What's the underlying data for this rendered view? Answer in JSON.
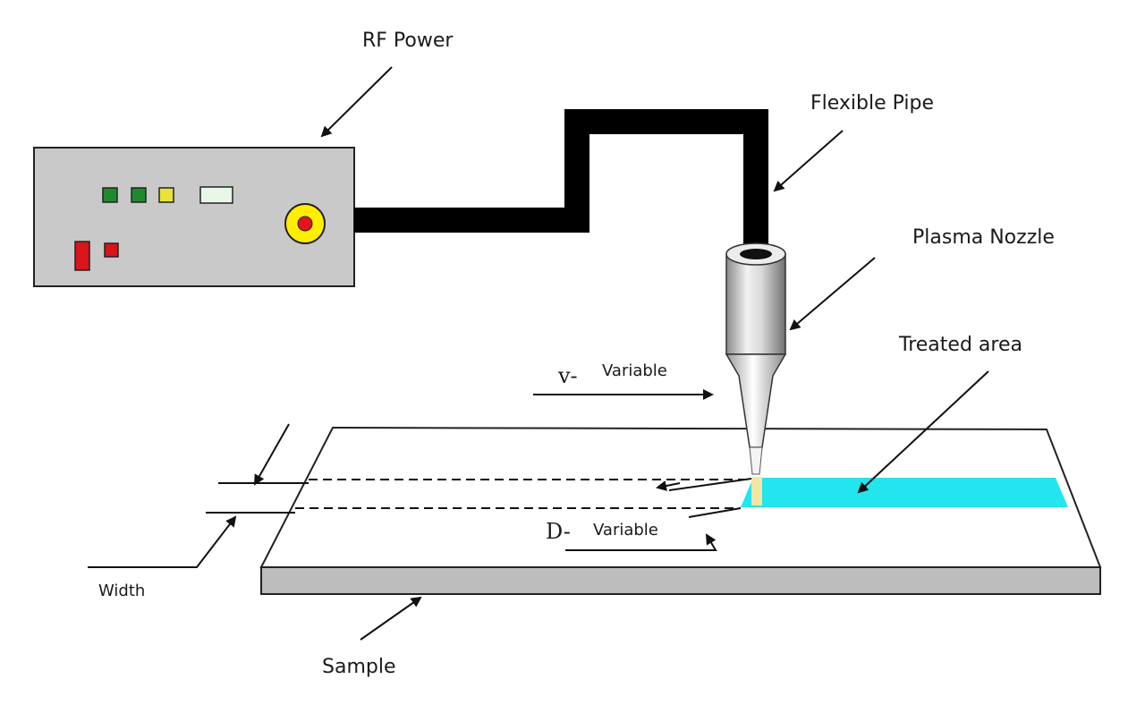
{
  "labels": {
    "rf_power": "RF Power",
    "flexible_pipe": "Flexible Pipe",
    "plasma_nozzle": "Plasma Nozzle",
    "treated_area": "Treated area",
    "v_symbol": "v-",
    "v_variable": "Variable",
    "d_symbol": "D-",
    "d_variable": "Variable",
    "width": "Width",
    "sample": "Sample"
  },
  "colors": {
    "treated_area": "#22e5ee",
    "power_box": "#c9c9c9",
    "sample_base": "#bdbdbd",
    "connector_ring": "#ffee00",
    "connector_dot": "#e4141b",
    "led_green": "#1f8a2c",
    "led_yellow": "#e8e23a",
    "led_red": "#d9141b",
    "pipe": "#000000"
  },
  "icons": {
    "arrowhead": "arrow-head-icon"
  }
}
